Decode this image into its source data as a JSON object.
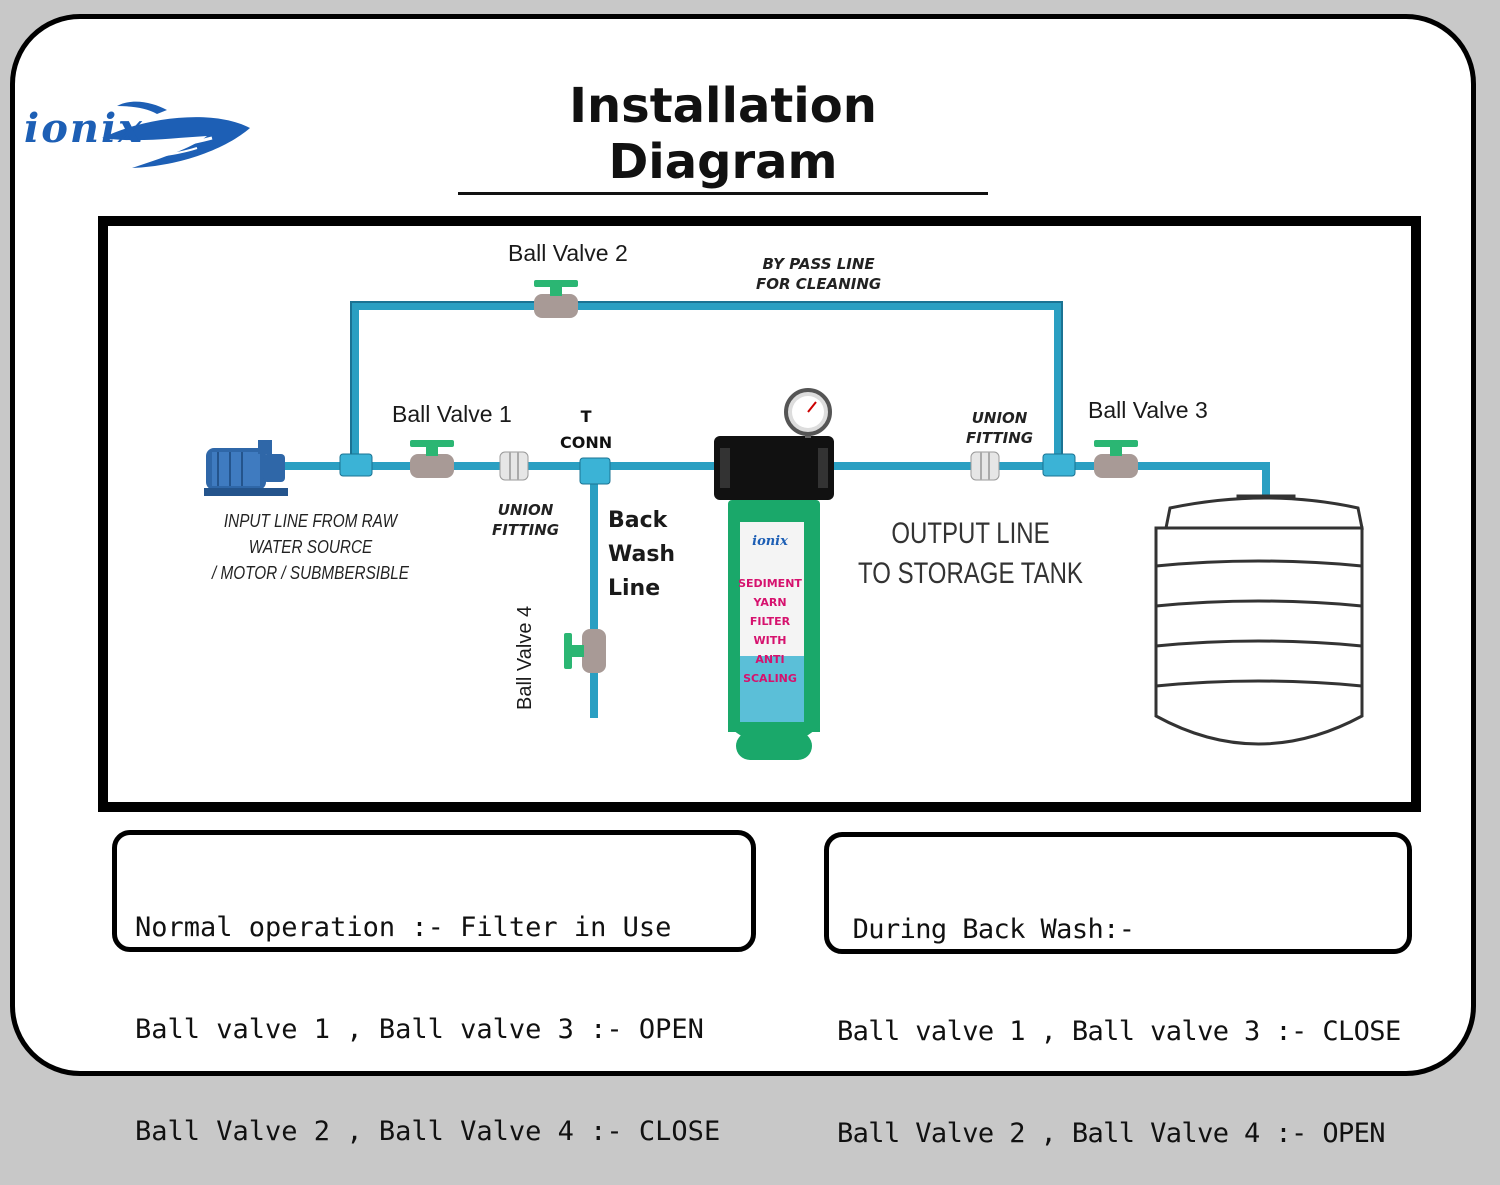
{
  "title": "Installation Diagram",
  "logo": {
    "text": "ionix"
  },
  "labels": {
    "ball_valve_1": "Ball Valve 1",
    "ball_valve_2": "Ball Valve 2",
    "ball_valve_3": "Ball Valve 3",
    "ball_valve_4": "Ball Valve 4",
    "bypass": [
      "BY PASS LINE",
      "FOR CLEANING"
    ],
    "input_line": [
      "INPUT LINE FROM RAW",
      "WATER SOURCE",
      "/ MOTOR / SUBMBERSIBLE"
    ],
    "union_fitting_left": [
      "UNION",
      "FITTING"
    ],
    "union_fitting_right": [
      "UNION",
      "FITTING"
    ],
    "t_conn": [
      "T",
      "CONN"
    ],
    "back_wash": [
      "Back",
      "Wash",
      "Line"
    ],
    "output_line": [
      "OUTPUT LINE",
      "TO STORAGE TANK"
    ],
    "filter_brand": "ionix",
    "filter_text": [
      "SEDIMENT",
      "YARN",
      "FILTER",
      "WITH",
      "ANTI",
      "SCALING"
    ]
  },
  "notes": {
    "normal": [
      "Normal operation :- Filter in Use",
      "Ball valve 1 , Ball valve 3 :- OPEN",
      "Ball Valve 2 , Ball Valve 4 :- CLOSE"
    ],
    "backwash": [
      " During Back Wash:-",
      "Ball valve 1 , Ball valve 3 :- CLOSE",
      "Ball Valve 2 , Ball Valve 4 :- OPEN"
    ]
  },
  "colors": {
    "pipe": "#2a9fc2",
    "pipe_dark": "#1b7393",
    "valve_handle": "#2bb673",
    "valve_body": "#a89a96",
    "filter_green": "#1aa86a",
    "motor": "#2f67a8",
    "logo_blue": "#1d5fb5"
  },
  "icons": [
    "motor-pump-icon",
    "ball-valve-icon",
    "union-fitting-icon",
    "pressure-gauge-icon",
    "water-tank-icon",
    "filter-housing-icon"
  ]
}
